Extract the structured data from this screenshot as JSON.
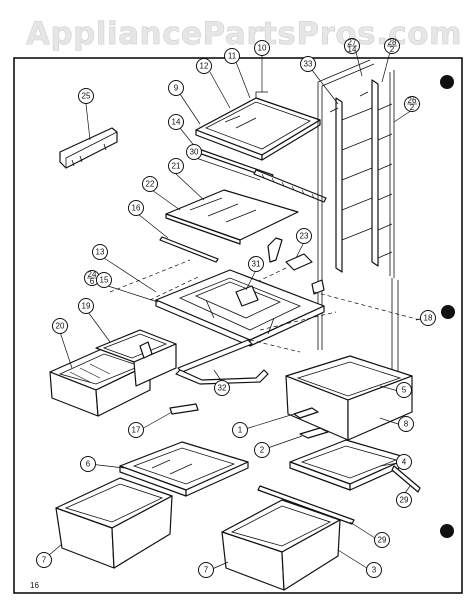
{
  "watermark": "AppliancePartsPros.com",
  "page_number": "16",
  "callouts": [
    {
      "label": "25"
    },
    {
      "label": "12"
    },
    {
      "label": "11"
    },
    {
      "label": "10"
    },
    {
      "label": "33"
    },
    {
      "label": "27/14"
    },
    {
      "label": "28/2"
    },
    {
      "label": "26/2"
    },
    {
      "label": "9"
    },
    {
      "label": "14"
    },
    {
      "label": "30"
    },
    {
      "label": "21"
    },
    {
      "label": "22"
    },
    {
      "label": "16"
    },
    {
      "label": "23"
    },
    {
      "label": "13"
    },
    {
      "label": "24/6"
    },
    {
      "label": "31"
    },
    {
      "label": "15"
    },
    {
      "label": "18"
    },
    {
      "label": "19"
    },
    {
      "label": "20"
    },
    {
      "label": "32"
    },
    {
      "label": "5"
    },
    {
      "label": "8"
    },
    {
      "label": "17"
    },
    {
      "label": "1"
    },
    {
      "label": "2"
    },
    {
      "label": "4"
    },
    {
      "label": "6"
    },
    {
      "label": "29"
    },
    {
      "label": "29"
    },
    {
      "label": "7"
    },
    {
      "label": "7"
    },
    {
      "label": "3"
    }
  ]
}
